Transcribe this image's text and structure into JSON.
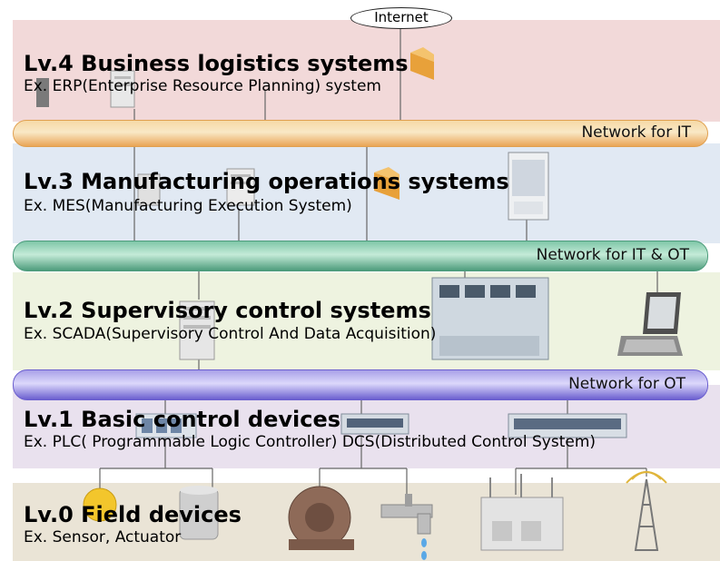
{
  "internet": {
    "label": "Internet"
  },
  "levels": [
    {
      "title": "Lv.4 Business logistics systems",
      "subtitle": "Ex.  ERP(Enterprise  Resource Planning) system"
    },
    {
      "title": "Lv.3 Manufacturing operations systems",
      "subtitle": "Ex. MES(Manufacturing Execution System)"
    },
    {
      "title": "Lv.2 Supervisory control systems",
      "subtitle": "Ex. SCADA(Supervisory Control And Data Acquisition)"
    },
    {
      "title": "Lv.1 Basic control devices",
      "subtitle": "Ex. PLC( Programmable Logic Controller) DCS(Distributed Control System)"
    },
    {
      "title": "Lv.0 Field devices",
      "subtitle": "Ex. Sensor, Actuator"
    }
  ],
  "networks": [
    {
      "label": "Network for IT"
    },
    {
      "label": "Network for IT & OT"
    },
    {
      "label": "Network for OT"
    }
  ]
}
